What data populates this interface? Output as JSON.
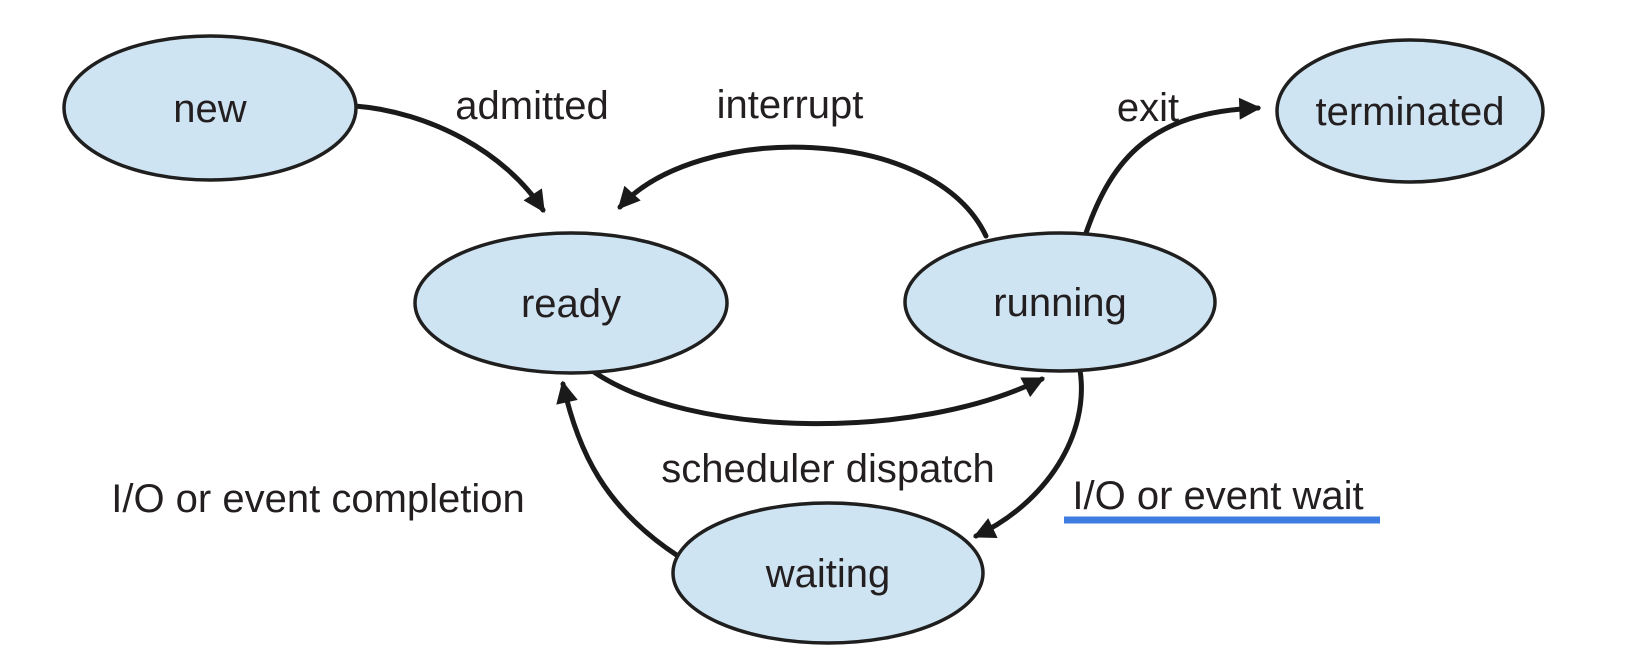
{
  "diagram": {
    "name": "process-state-diagram",
    "colors": {
      "background": "#ffffff",
      "state_fill": "#cfe4f2",
      "state_stroke": "#1f1f1f",
      "text": "#231f20",
      "arrow": "#1a1a1a",
      "highlight_underline": "#3d7ce0"
    },
    "states": [
      {
        "id": "new",
        "label": "new"
      },
      {
        "id": "ready",
        "label": "ready"
      },
      {
        "id": "running",
        "label": "running"
      },
      {
        "id": "waiting",
        "label": "waiting"
      },
      {
        "id": "terminated",
        "label": "terminated"
      }
    ],
    "transitions": [
      {
        "id": "admitted",
        "label": "admitted",
        "from": "new",
        "to": "ready"
      },
      {
        "id": "interrupt",
        "label": "interrupt",
        "from": "running",
        "to": "ready"
      },
      {
        "id": "exit",
        "label": "exit",
        "from": "running",
        "to": "terminated"
      },
      {
        "id": "scheduler-dispatch",
        "label": "scheduler dispatch",
        "from": "ready",
        "to": "running"
      },
      {
        "id": "io-event-wait",
        "label": "I/O or event wait",
        "from": "running",
        "to": "waiting",
        "underlined": true
      },
      {
        "id": "io-event-completion",
        "label": "I/O or event completion",
        "from": "waiting",
        "to": "ready"
      }
    ]
  }
}
